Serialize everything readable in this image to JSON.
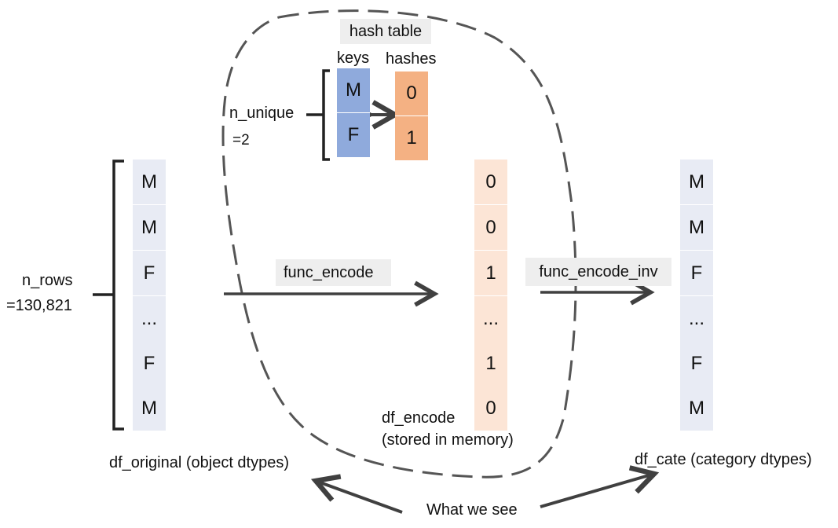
{
  "hash_table": {
    "title": "hash table",
    "keys_label": "keys",
    "hashes_label": "hashes",
    "keys": [
      "M",
      "F"
    ],
    "hashes": [
      "0",
      "1"
    ],
    "n_unique_label": "n_unique",
    "n_unique_value": "=2",
    "colors": {
      "keys": "#8faadc",
      "hashes": "#f4b183"
    }
  },
  "original": {
    "values": [
      "M",
      "M",
      "F",
      "...",
      "F",
      "M"
    ],
    "caption": "df_original (object dtypes)",
    "n_rows_label": "n_rows",
    "n_rows_value": "=130,821"
  },
  "encode": {
    "arrow_label": "func_encode",
    "values": [
      "0",
      "0",
      "1",
      "...",
      "1",
      "0"
    ],
    "caption_line1": "df_encode",
    "caption_line2": "(stored in memory)"
  },
  "category": {
    "arrow_label": "func_encode_inv",
    "values": [
      "M",
      "M",
      "F",
      "...",
      "F",
      "M"
    ],
    "caption": "df_cate (category dtypes)"
  },
  "what_we_see": "What we see"
}
